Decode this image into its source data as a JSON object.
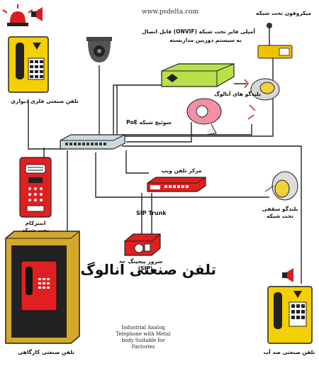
{
  "header": {
    "url": "www.psdelta.com"
  },
  "title": "تلفن صنعتی آنالوگ",
  "caption_lines": [
    "Industrial Analog",
    "Telephone with Metal",
    "body Suitable for",
    "Factories"
  ],
  "labels": {
    "wall_phone": "تلفن صنعتی فلزی دیواری",
    "intercom_1": "اینترکام",
    "intercom_2": "تحت شبکه",
    "workshop_phone": "تلفن صنعتی کارگاهی",
    "amp_1": "آمپلی فایر تحت شبکه (ONVIF) قابل اتصال",
    "amp_2": "به سیستم دوربین مداربسته",
    "poe_switch": "سوئیچ شبکه PoE",
    "analog_speakers": "بلندگو های آنالوگ",
    "net_mic": "میکروفون تحت شبکه",
    "voip_center": "مرکز تلفن ویپ",
    "sip_trunk": "SIP Trunk",
    "paging_1": "سرور پیجینگ",
    "paging_2": "(SIP)",
    "ceiling_1": "بلندگو سقفی",
    "ceiling_2": "تحت شبکه",
    "waterproof_phone": "تلفن صنعتی ضد آب"
  },
  "colors": {
    "phone_yellow": "#f5d000",
    "phone_red": "#e02020",
    "amp_green": "#b8e04a",
    "line": "#222222",
    "siren_red": "#d81e1e",
    "speaker_pink": "#f48fa3",
    "booth_gold": "#d4a82a",
    "mic_yellow": "#f2c200"
  },
  "icons": [
    "siren-icon",
    "camera-icon",
    "wall-phone-icon",
    "switch-icon",
    "amplifier-icon",
    "speaker-icon",
    "microphone-icon",
    "intercom-icon",
    "voip-server-icon",
    "paging-server-icon",
    "booth-phone-icon",
    "ceiling-speaker-icon",
    "waterproof-phone-icon"
  ]
}
